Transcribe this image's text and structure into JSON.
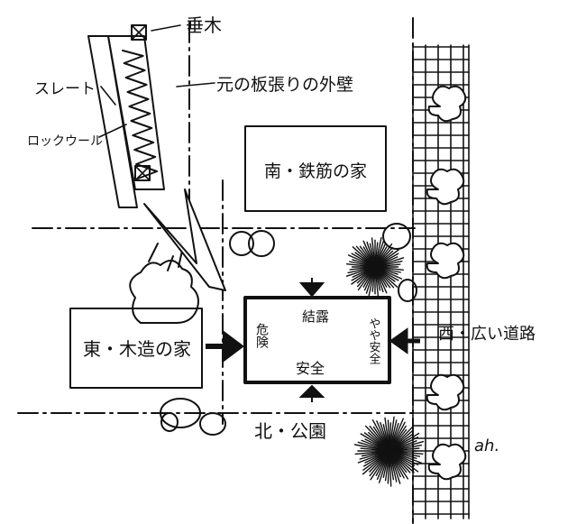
{
  "labels": {
    "furring": "垂木",
    "slate": "スレート",
    "old_wall": "元の板張りの外壁",
    "rockwool": "ロックウール",
    "south_house": "南・鉄筋の家",
    "east_house": "東・木造の家",
    "west_road": "西・広い道路",
    "north_park": "北・公園",
    "center_house": {
      "top": "結露",
      "left": "危険",
      "center": "安全",
      "right": "やや安全"
    },
    "signature": "ah."
  }
}
